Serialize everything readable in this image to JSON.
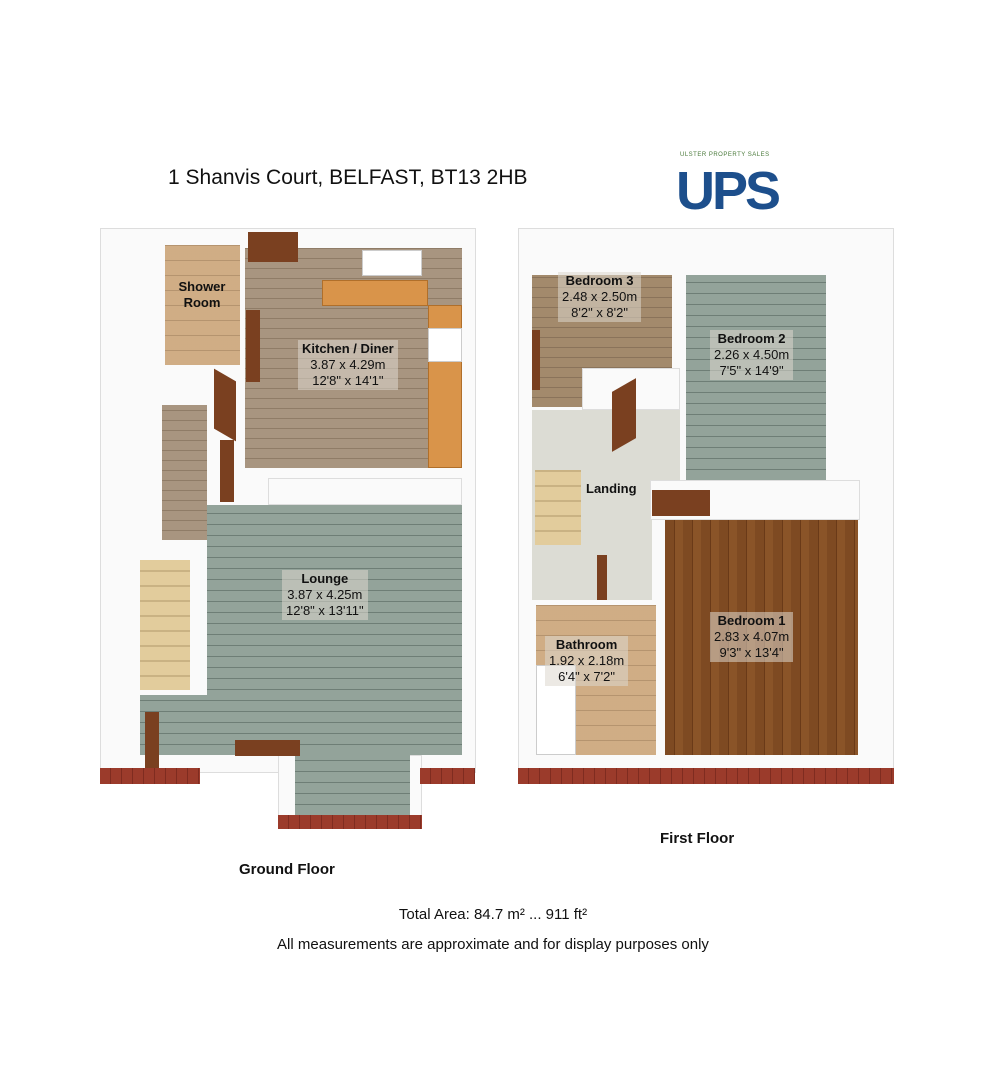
{
  "header": {
    "title": "1 Shanvis Court, BELFAST, BT13 2HB",
    "logo_text": "UPS",
    "logo_tagline": "ULSTER PROPERTY SALES",
    "brand_color": "#1d4f8c"
  },
  "ground_floor": {
    "name": "Ground Floor",
    "rooms": [
      {
        "name": "Shower Room"
      },
      {
        "name": "Kitchen / Diner",
        "metric": "3.87 x 4.29m",
        "imperial": "12'8\" x 14'1\""
      },
      {
        "name": "Lounge",
        "metric": "3.87 x 4.25m",
        "imperial": "12'8\" x 13'11\""
      }
    ]
  },
  "first_floor": {
    "name": "First Floor",
    "rooms": [
      {
        "name": "Bedroom 3",
        "metric": "2.48 x 2.50m",
        "imperial": "8'2\" x 8'2\""
      },
      {
        "name": "Bedroom 2",
        "metric": "2.26 x 4.50m",
        "imperial": "7'5\" x 14'9\""
      },
      {
        "name": "Landing"
      },
      {
        "name": "Bathroom",
        "metric": "1.92 x 2.18m",
        "imperial": "6'4\" x 7'2\""
      },
      {
        "name": "Bedroom 1",
        "metric": "2.83 x 4.07m",
        "imperial": "9'3\" x 13'4\""
      }
    ]
  },
  "footer": {
    "total_area": "Total Area: 84.7 m² ... 911 ft²",
    "disclaimer": "All measurements are approximate and for display purposes only"
  }
}
